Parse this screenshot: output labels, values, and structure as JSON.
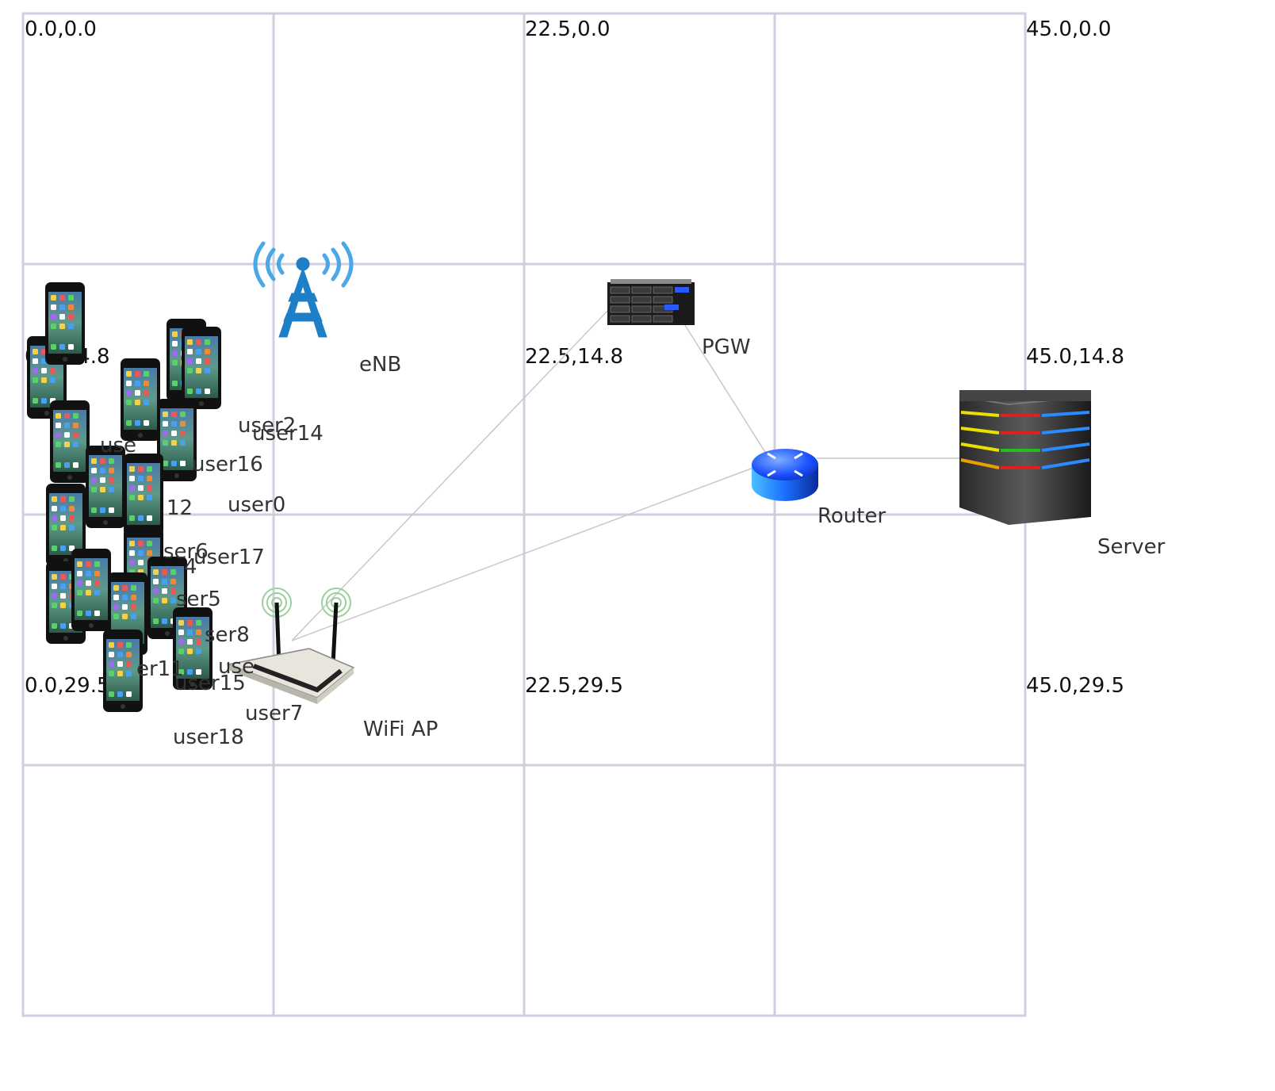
{
  "grid_labels": {
    "r0c0": "0.0,0.0",
    "r0c2": "22.5,0.0",
    "r0c4": "45.0,0.0",
    "r1c0": "0.0,14.8",
    "r1c2": "22.5,14.8",
    "r1c4": "45.0,14.8",
    "r2c0": "0.0,29.5",
    "r2c2": "22.5,29.5",
    "r2c4": "45.0,29.5"
  },
  "nodes": {
    "enb": "eNB",
    "pgw": "PGW",
    "router": "Router",
    "server": "Server",
    "wifi_ap": "WiFi AP"
  },
  "users": {
    "user2": "user2",
    "user14": "user14",
    "user16": "user16",
    "user0": "user0",
    "user12_partial": "12",
    "user6_partial": "ser6",
    "user17": "user17",
    "user5_partial": "ser5",
    "user8_partial": "ser8",
    "user15": "user15",
    "user7": "user7",
    "user18": "user18",
    "user11_partial": "er11",
    "user1_partial": "use",
    "user_misc_partial": "use",
    "user4_partial": "4"
  },
  "colors": {
    "grid": "#cfcfe0",
    "link": "#c8c8c8",
    "tower": "#1e7fc7",
    "router": "#1a4fff"
  }
}
